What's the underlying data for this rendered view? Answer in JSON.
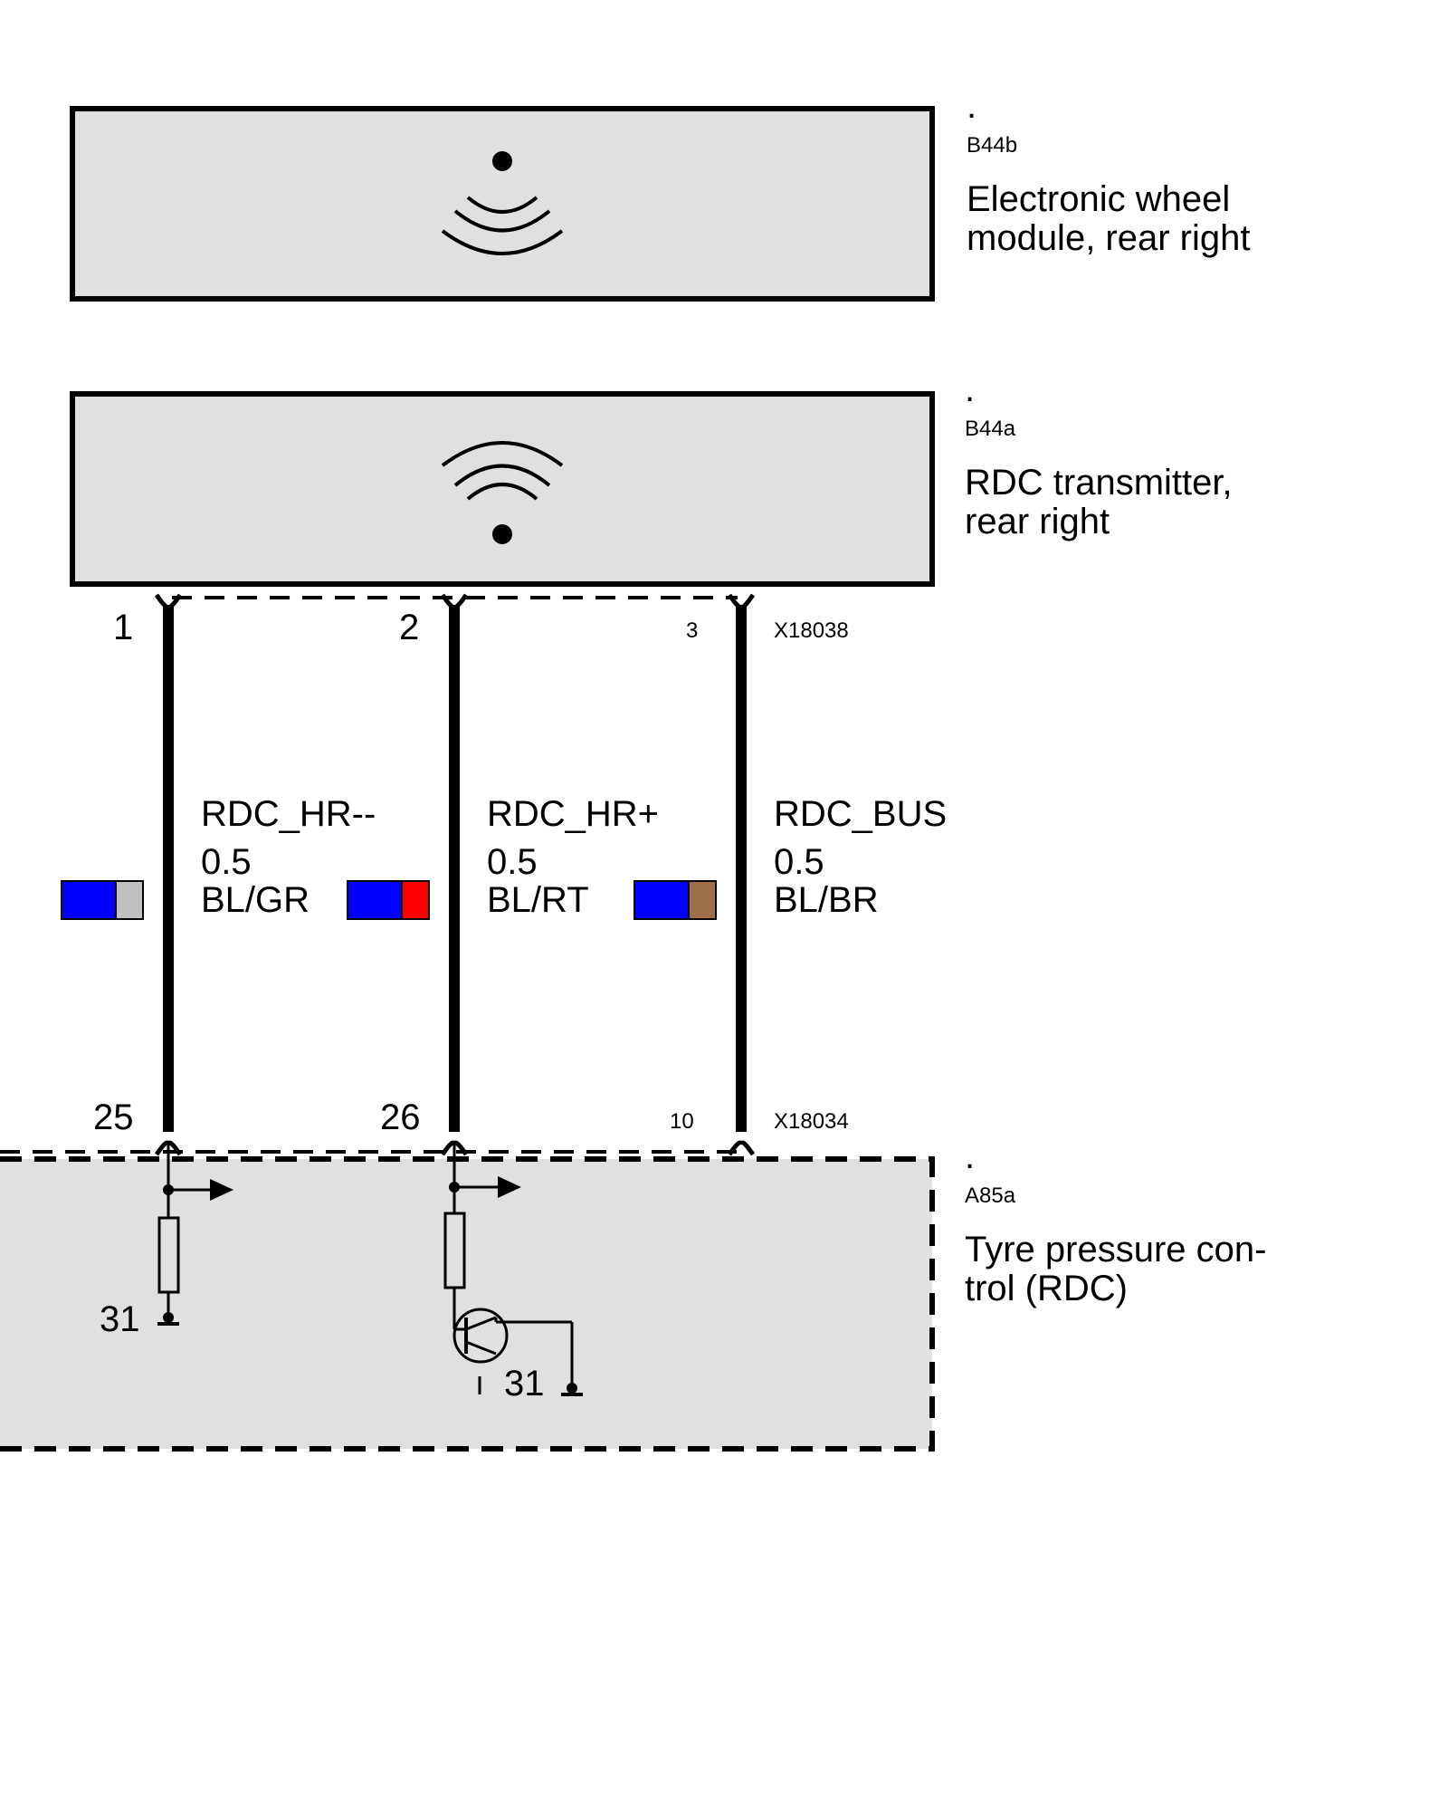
{
  "components": {
    "b44b": {
      "dot": ".",
      "code": "B44b",
      "desc_line1": "Electronic wheel",
      "desc_line2": "module, rear right"
    },
    "b44a": {
      "dot": ".",
      "code": "B44a",
      "desc_line1": "RDC transmitter,",
      "desc_line2": "rear right"
    },
    "a85a": {
      "dot": ".",
      "code": "A85a",
      "desc_line1": "Tyre pressure con-",
      "desc_line2": "trol (RDC)"
    }
  },
  "connectors": {
    "top": "X18038",
    "bottom": "X18034"
  },
  "pins": {
    "top": [
      "1",
      "2",
      "3"
    ],
    "bottom": [
      "25",
      "26",
      "10"
    ]
  },
  "wires": [
    {
      "signal": "RDC_HR--",
      "size": "0.5",
      "color_code": "BL/GR",
      "color_main": "#0000ff",
      "color_stripe": "#c0c0c0"
    },
    {
      "signal": "RDC_HR+",
      "size": "0.5",
      "color_code": "BL/RT",
      "color_main": "#0000ff",
      "color_stripe": "#ff0000"
    },
    {
      "signal": "RDC_BUS",
      "size": "0.5",
      "color_code": "BL/BR",
      "color_main": "#0000ff",
      "color_stripe": "#a0704a"
    }
  ],
  "ground_labels": [
    "31",
    "31"
  ],
  "colors": {
    "box_fill": "#e0e0e0",
    "line": "#000000"
  }
}
